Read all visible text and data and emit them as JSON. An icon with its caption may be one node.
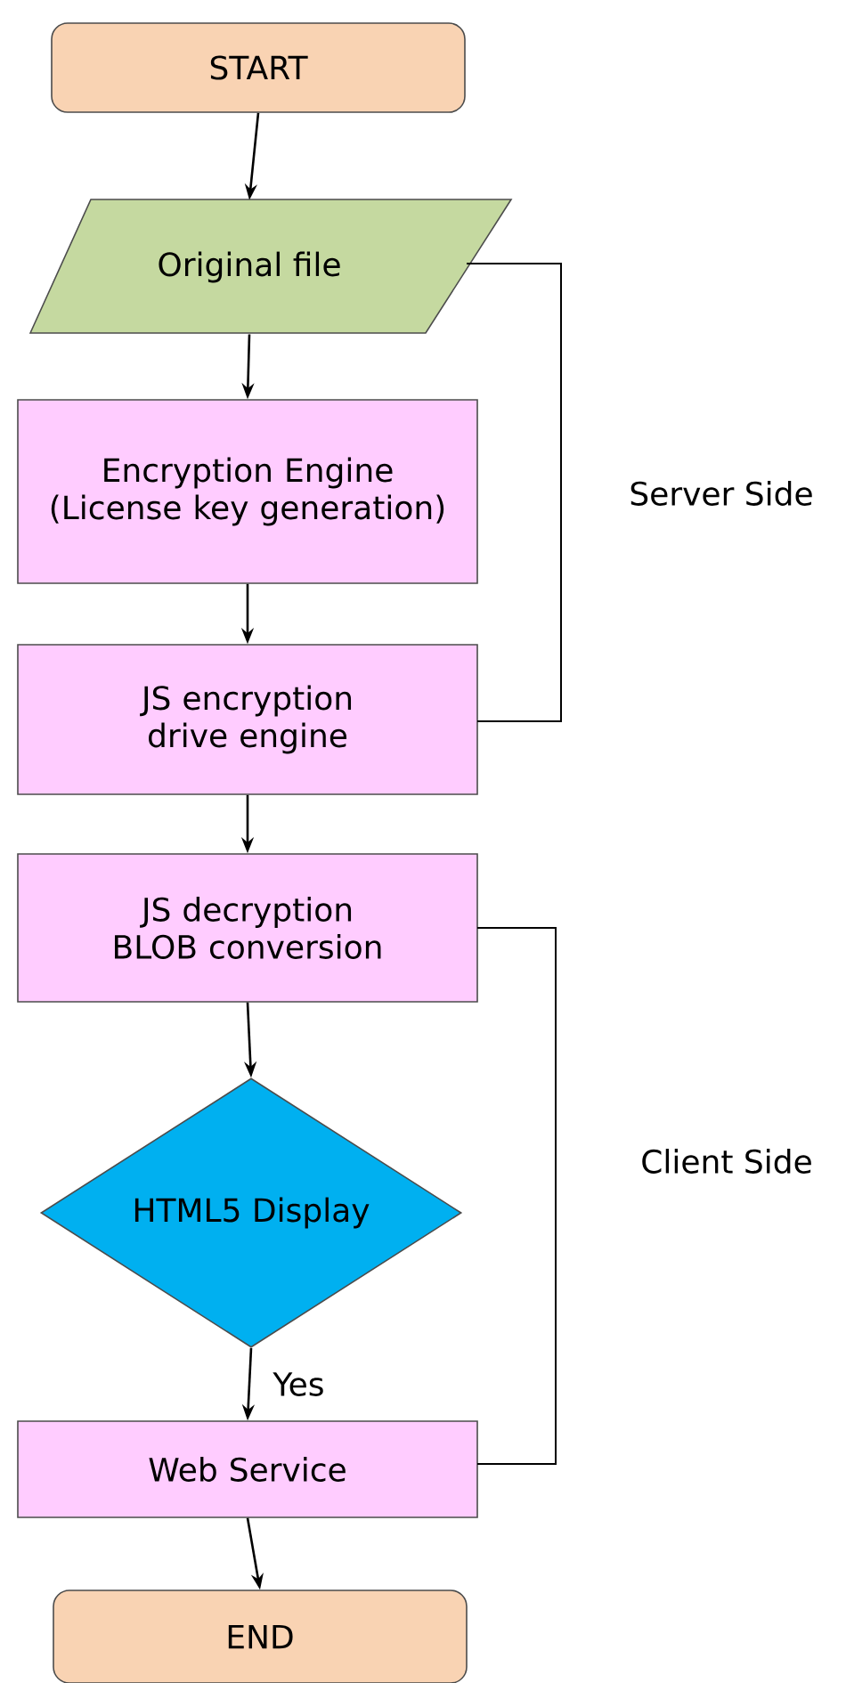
{
  "diagram": {
    "nodes": [
      {
        "text": [
          "START"
        ]
      },
      {
        "text": [
          "Original file"
        ]
      },
      {
        "text": [
          "Encryption Engine (License key generation)"
        ]
      },
      {
        "text": [
          "JS encryption drive engine"
        ]
      },
      {
        "text": [
          "JS decryption BLOB conversion"
        ]
      },
      {
        "text": [
          "HTML5 Display"
        ]
      },
      {
        "text": [
          "Web Service"
        ]
      },
      {
        "text": [
          "END"
        ]
      }
    ],
    "edges": [
      {
        "from": 0,
        "to": 1,
        "arrow": "to"
      },
      {
        "from": 1,
        "to": 2,
        "arrow": "to"
      },
      {
        "from": 2,
        "to": 3,
        "arrow": "to"
      },
      {
        "from": 3,
        "to": 4,
        "arrow": "to"
      },
      {
        "from": 4,
        "to": 5,
        "arrow": "to"
      },
      {
        "from": 5,
        "to": 6,
        "label": "Yes",
        "arrow": "to"
      },
      {
        "from": 6,
        "to": 7,
        "arrow": "to"
      }
    ],
    "labels": [
      "Server Side",
      "Client Side"
    ]
  }
}
